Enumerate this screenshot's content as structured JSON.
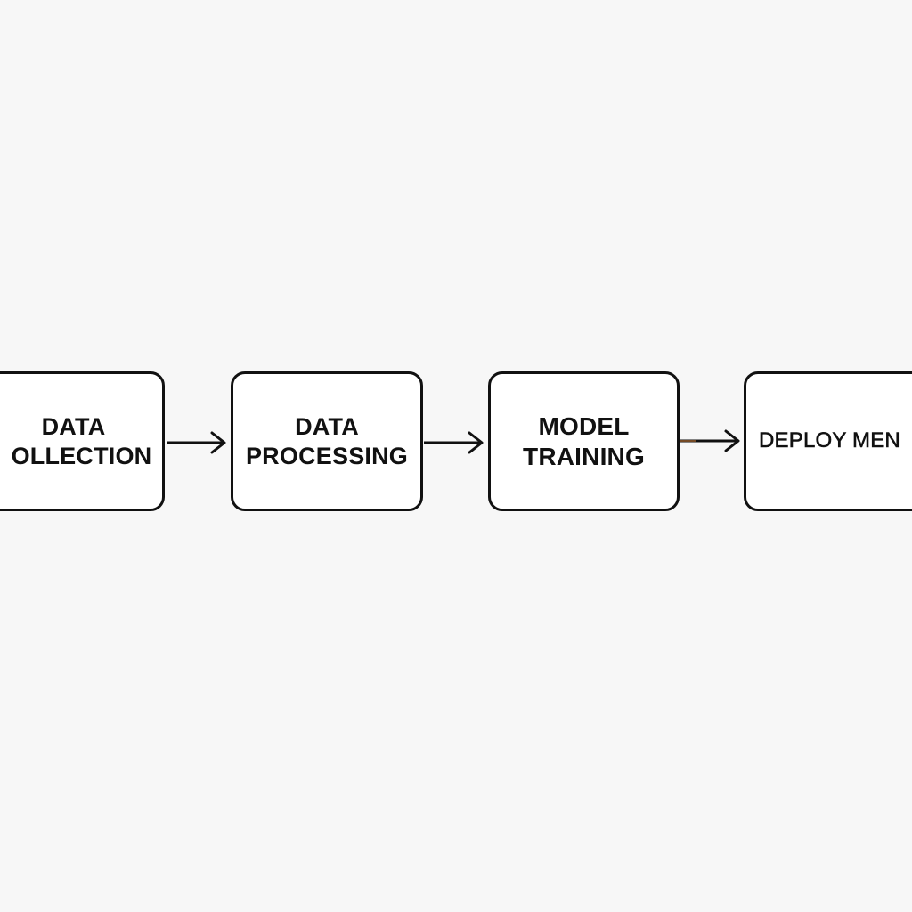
{
  "diagram": {
    "nodes": [
      {
        "id": "data-collection",
        "lines": [
          "DATA",
          "OLLECTION"
        ]
      },
      {
        "id": "data-processing",
        "lines": [
          "DATA",
          "PROCESSING"
        ]
      },
      {
        "id": "model-training",
        "lines": [
          "MODEL",
          "TRAINING"
        ]
      },
      {
        "id": "deployment",
        "lines": [
          "DEPLOY MEN"
        ]
      }
    ],
    "edges": [
      {
        "from": "data-collection",
        "to": "data-processing"
      },
      {
        "from": "data-processing",
        "to": "model-training"
      },
      {
        "from": "model-training",
        "to": "deployment"
      }
    ],
    "colors": {
      "background": "#f7f7f7",
      "node_fill": "#ffffff",
      "stroke": "#111111",
      "accent_tint": "#d9823b"
    }
  }
}
